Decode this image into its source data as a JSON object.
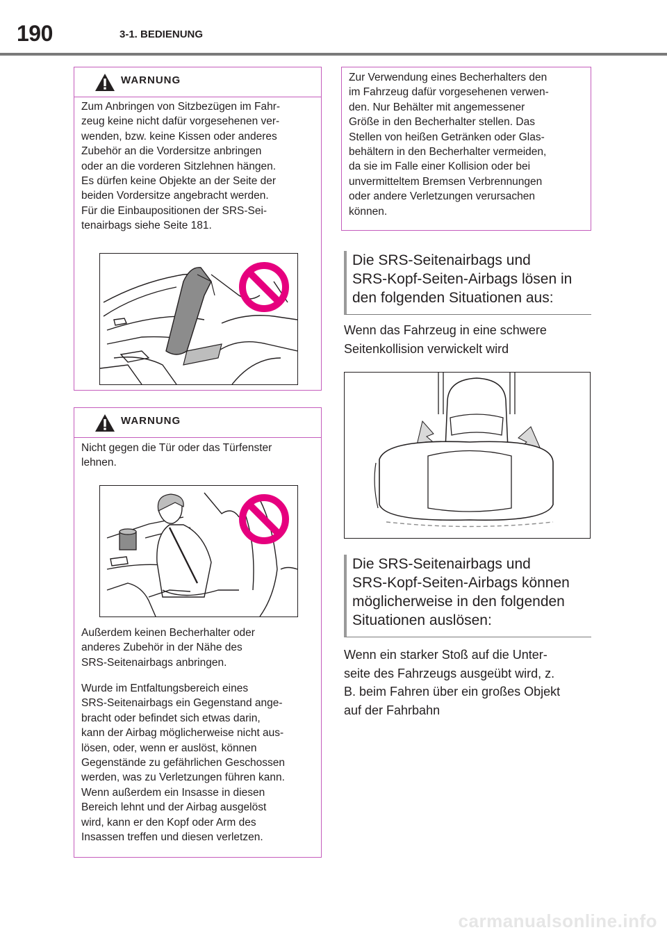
{
  "header": {
    "page_number": "190",
    "section": "3-1. BEDIENUNG"
  },
  "warning1": {
    "label": "WARNUNG",
    "lines": [
      "Zum Anbringen von Sitzbezügen im Fahr-",
      "zeug keine nicht dafür vorgesehenen ver-",
      "wenden, bzw. keine Kissen oder anderes",
      "Zubehör an die Vordersitze anbringen",
      "oder an die vorderen Sitzlehnen hängen.",
      "Es dürfen keine Objekte an der Seite der",
      "beiden Vordersitze angebracht werden.",
      "Für die Einbaupositionen der SRS-Sei-",
      "tenairbags siehe Seite 181."
    ]
  },
  "warning2": {
    "label": "WARNUNG",
    "intro_lines": [
      "Nicht gegen die Tür oder das Türfenster",
      "lehnen."
    ],
    "para1_lines": [
      "Außerdem keinen Becherhalter oder",
      "anderes Zubehör in der Nähe des",
      "SRS-Seitenairbags anbringen."
    ],
    "para2_lines": [
      "Wurde im Entfaltungsbereich eines",
      "SRS-Seitenairbags ein Gegenstand ange-",
      "bracht oder befindet sich etwas darin,",
      "kann der Airbag möglicherweise nicht aus-",
      "lösen, oder, wenn er auslöst, können",
      "Gegenstände zu gefährlichen Geschossen",
      "werden, was zu Verletzungen führen kann.",
      "Wenn außerdem ein Insasse in diesen",
      "Bereich lehnt und der Airbag ausgelöst",
      "wird, kann er den Kopf oder Arm des",
      "Insassen treffen und diesen verletzen."
    ]
  },
  "note": {
    "lines": [
      "Zur Verwendung eines Becherhalters den",
      "im Fahrzeug dafür vorgesehenen verwen-",
      "den. Nur Behälter mit angemessener",
      "Größe in den Becherhalter stellen. Das",
      "Stellen von heißen Getränken oder Glas-",
      "behältern in den Becherhalter vermeiden,",
      "da sie im Falle einer Kollision oder bei",
      "unvermitteltem Bremsen Verbrennungen",
      "oder andere Verletzungen verursachen",
      "können."
    ]
  },
  "subhead1": {
    "lines": [
      "Die SRS-Seitenairbags und",
      "SRS-Kopf-Seiten-Airbags lösen in",
      "den folgenden Situationen aus:"
    ]
  },
  "body1": {
    "lines": [
      "Wenn das Fahrzeug in eine schwere",
      "Seitenkollision verwickelt wird"
    ]
  },
  "subhead2": {
    "lines": [
      "Die SRS-Seitenairbags und",
      "SRS-Kopf-Seiten-Airbags können",
      "möglicherweise in den folgenden",
      "Situationen auslösen:"
    ]
  },
  "body2": {
    "lines": [
      "Wenn ein starker Stoß auf die Unter-",
      "seite des Fahrzeugs ausgeübt wird, z.",
      "B. beim Fahren über ein großes Objekt",
      "auf der Fahrbahn"
    ]
  },
  "watermark": "carmanualsonline.info",
  "colors": {
    "warning_border": "#c45cbc",
    "prohibition_sign": "#e6007e",
    "header_rule": "#7a7a7a"
  },
  "icons": [
    "warning-triangle-icon",
    "prohibition-sign-icon"
  ]
}
